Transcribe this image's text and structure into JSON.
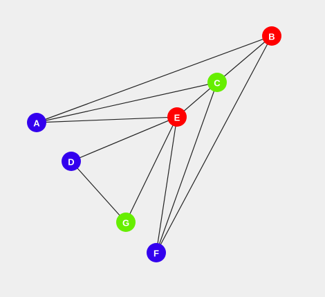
{
  "graph": {
    "colors": {
      "red": "#ff0000",
      "green": "#66ee00",
      "blue": "#3300ee",
      "edge": "#222222",
      "label": "#ffffff",
      "background": "#efefef"
    },
    "nodes": [
      {
        "id": "A",
        "label": "A",
        "color": "blue"
      },
      {
        "id": "B",
        "label": "B",
        "color": "red"
      },
      {
        "id": "C",
        "label": "C",
        "color": "green"
      },
      {
        "id": "D",
        "label": "D",
        "color": "blue"
      },
      {
        "id": "E",
        "label": "E",
        "color": "red"
      },
      {
        "id": "F",
        "label": "F",
        "color": "blue"
      },
      {
        "id": "G",
        "label": "G",
        "color": "green"
      }
    ],
    "edges": [
      {
        "from": "A",
        "to": "B"
      },
      {
        "from": "A",
        "to": "C"
      },
      {
        "from": "A",
        "to": "E"
      },
      {
        "from": "B",
        "to": "C"
      },
      {
        "from": "B",
        "to": "F"
      },
      {
        "from": "C",
        "to": "E"
      },
      {
        "from": "C",
        "to": "F"
      },
      {
        "from": "D",
        "to": "E"
      },
      {
        "from": "D",
        "to": "G"
      },
      {
        "from": "E",
        "to": "G"
      },
      {
        "from": "E",
        "to": "F"
      }
    ]
  }
}
